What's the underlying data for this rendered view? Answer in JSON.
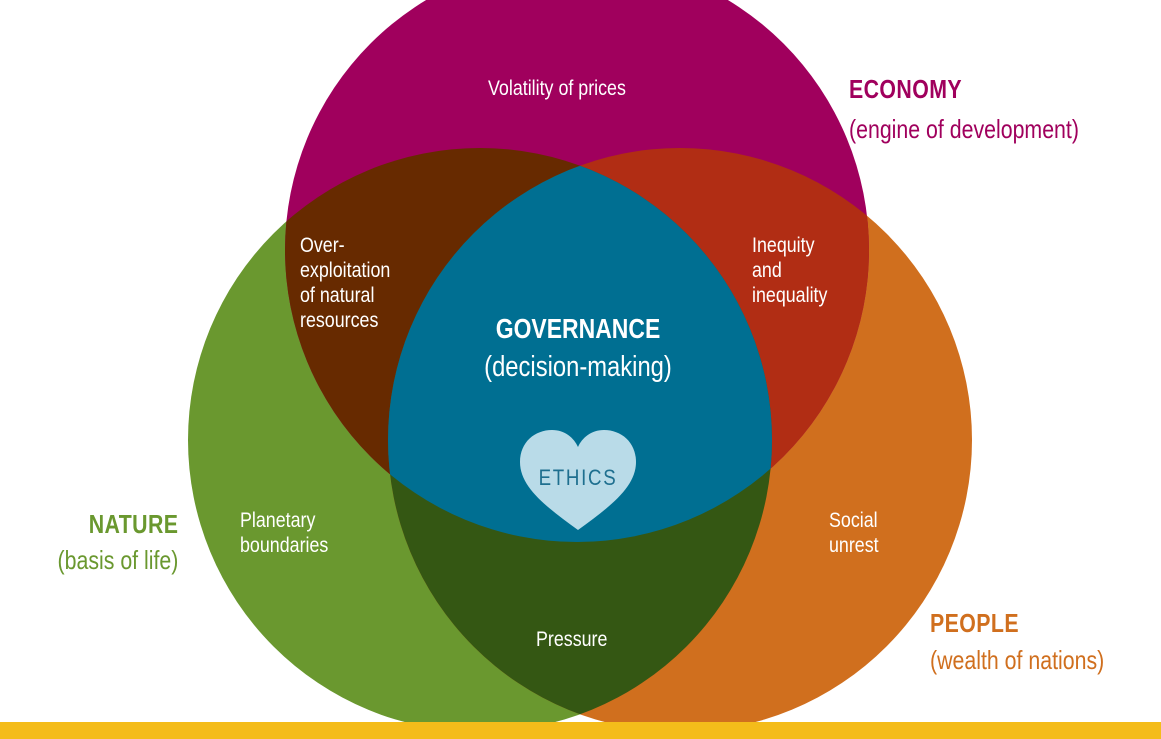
{
  "colors": {
    "economy": "#a0005d",
    "nature": "#6a982f",
    "people": "#d06f1e",
    "governance": "#006f92",
    "economy_nature_overlap": "#672a00",
    "economy_people_overlap": "#b12d14",
    "nature_people_overlap": "#345713",
    "ethics_heart": "#b9dbe8",
    "bottom_bar": "#f4bc1a",
    "nature_label": "#6a982f",
    "economy_label": "#a0005d",
    "people_label": "#d06f1e"
  },
  "outer_labels": {
    "economy": {
      "title": "ECONOMY",
      "subtitle": "(engine of development)"
    },
    "nature": {
      "title": "NATURE",
      "subtitle": "(basis of life)"
    },
    "people": {
      "title": "PEOPLE",
      "subtitle": "(wealth of nations)"
    }
  },
  "regions": {
    "economy_only": "Volatility of prices",
    "economy_nature": [
      "Over-",
      "exploitation",
      "of natural",
      "resources"
    ],
    "economy_people": [
      "Inequity",
      "and",
      "inequality"
    ],
    "nature_only": [
      "Planetary",
      "boundaries"
    ],
    "people_only": [
      "Social",
      "unrest"
    ],
    "nature_people": "Pressure"
  },
  "center": {
    "title": "GOVERNANCE",
    "subtitle": "(decision-making)",
    "ethics": "ETHICS"
  }
}
